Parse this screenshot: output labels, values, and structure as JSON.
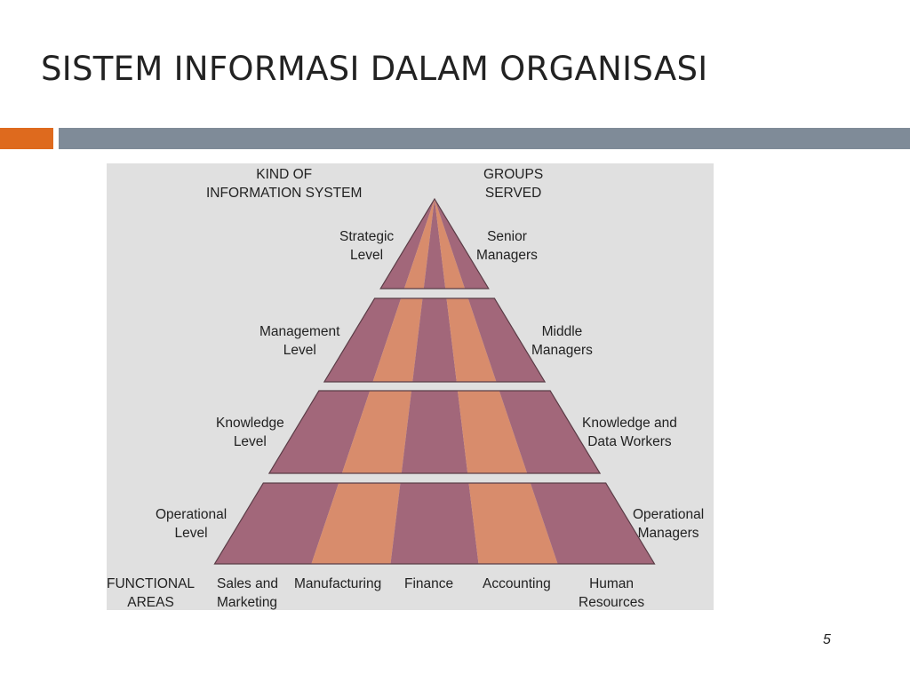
{
  "slide": {
    "title": "SISTEM INFORMASI DALAM ORGANISASI",
    "page_number": "5"
  },
  "colors": {
    "accent": "#DE6A1E",
    "rule": "#7F8B98",
    "panel": "#E0E0E0",
    "band_dark": "#A2677A",
    "band_light": "#D88C6C",
    "band_edge": "#5A3C46"
  },
  "diagram": {
    "header_left": [
      "KIND OF",
      "INFORMATION SYSTEM"
    ],
    "header_right": [
      "GROUPS",
      "SERVED"
    ],
    "levels": [
      {
        "system": [
          "Strategic",
          "Level"
        ],
        "group": [
          "Senior",
          "Managers"
        ]
      },
      {
        "system": [
          "Management",
          "Level"
        ],
        "group": [
          "Middle",
          "Managers"
        ]
      },
      {
        "system": [
          "Knowledge",
          "Level"
        ],
        "group": [
          "Knowledge and",
          "Data Workers"
        ]
      },
      {
        "system": [
          "Operational",
          "Level"
        ],
        "group": [
          "Operational",
          "Managers"
        ]
      }
    ],
    "functional_areas_label": [
      "FUNCTIONAL",
      "AREAS"
    ],
    "functional_areas": [
      [
        "Sales and",
        "Marketing"
      ],
      [
        "Manufacturing"
      ],
      [
        "Finance"
      ],
      [
        "Accounting"
      ],
      [
        "Human",
        "Resources"
      ]
    ]
  }
}
